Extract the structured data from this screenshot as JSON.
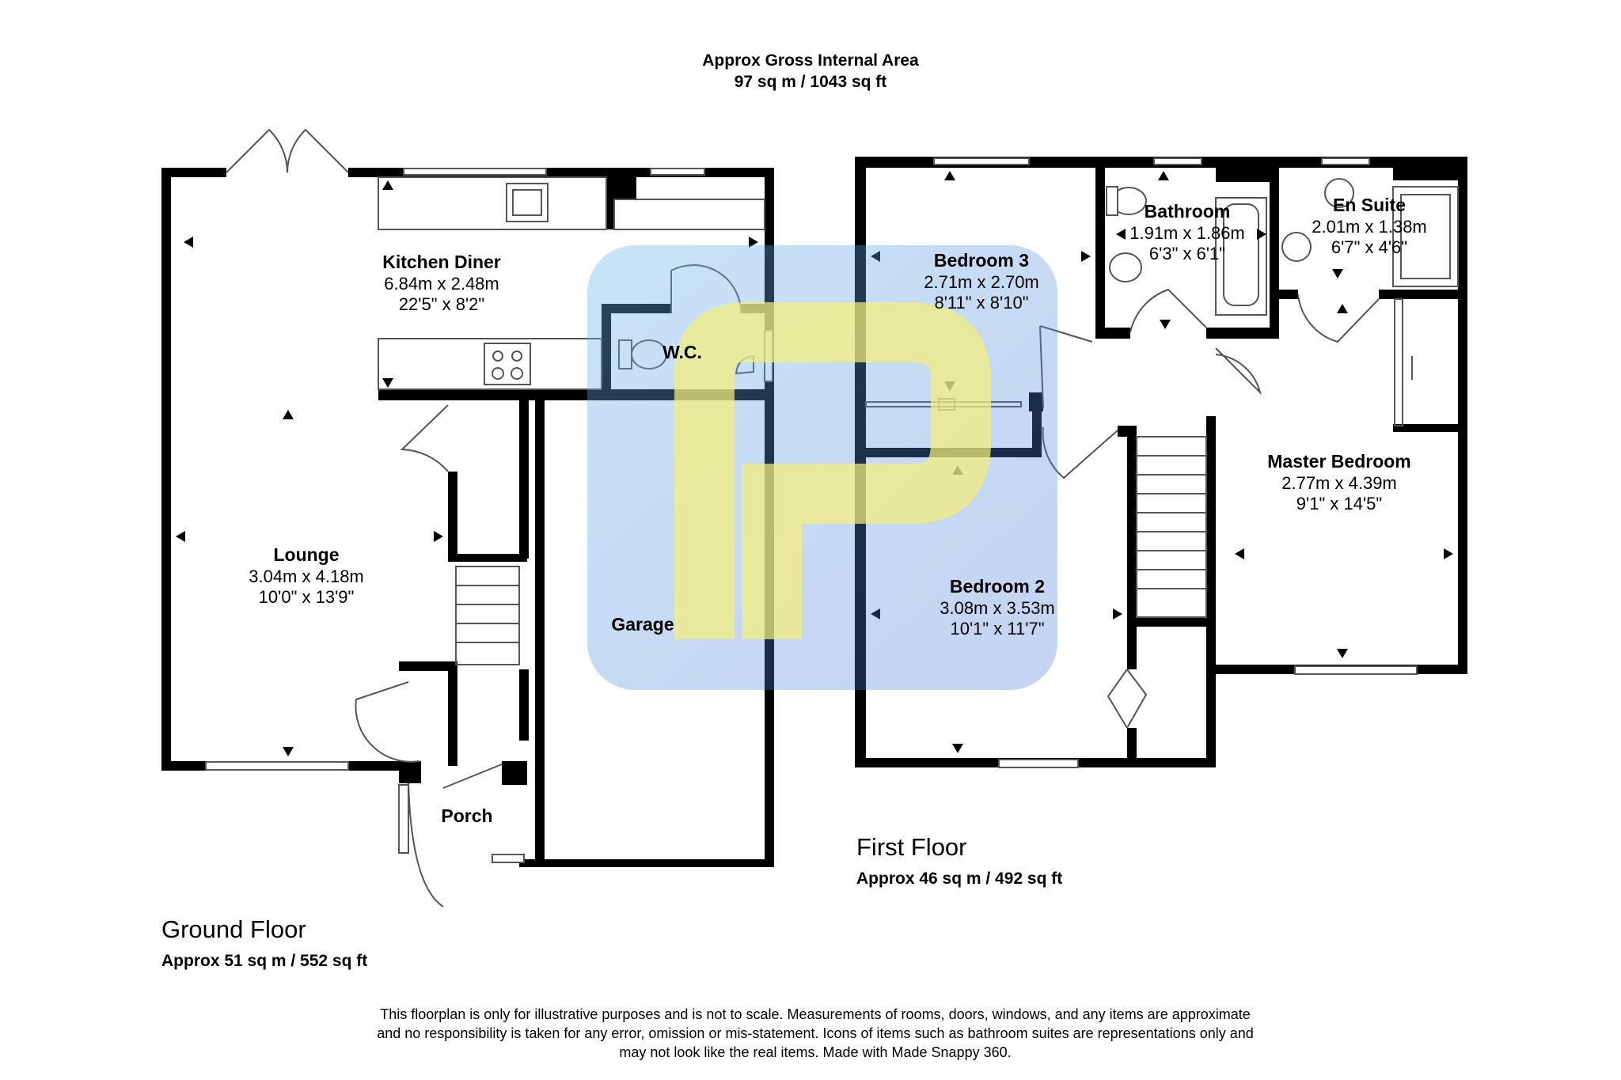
{
  "header": {
    "line1": "Approx Gross Internal Area",
    "line2": "97 sq m / 1043 sq ft"
  },
  "floors": {
    "ground": {
      "name": "Ground Floor",
      "area": "Approx 51 sq m / 552 sq ft"
    },
    "first": {
      "name": "First Floor",
      "area": "Approx 46 sq m / 492 sq ft"
    }
  },
  "rooms": {
    "kitchen": {
      "name": "Kitchen Diner",
      "metric": "6.84m x 2.48m",
      "imperial": "22'5\" x 8'2\""
    },
    "wc": {
      "name": "W.C."
    },
    "lounge": {
      "name": "Lounge",
      "metric": "3.04m x 4.18m",
      "imperial": "10'0\" x 13'9\""
    },
    "garage": {
      "name": "Garage"
    },
    "porch": {
      "name": "Porch"
    },
    "bedroom3": {
      "name": "Bedroom 3",
      "metric": "2.71m x 2.70m",
      "imperial": "8'11\" x 8'10\""
    },
    "bathroom": {
      "name": "Bathroom",
      "metric": "1.91m x 1.86m",
      "imperial": "6'3\" x 6'1\""
    },
    "ensuite": {
      "name": "En Suite",
      "metric": "2.01m x 1.38m",
      "imperial": "6'7\" x 4'6\""
    },
    "master": {
      "name": "Master Bedroom",
      "metric": "2.77m x 4.39m",
      "imperial": "9'1\" x 14'5\""
    },
    "bedroom2": {
      "name": "Bedroom 2",
      "metric": "3.08m x 3.53m",
      "imperial": "10'1\" x 11'7\""
    }
  },
  "disclaimer": {
    "line1": "This floorplan is only for illustrative purposes and is not to scale. Measurements of rooms, doors, windows, and any items are approximate",
    "line2": "and no responsibility is taken for any error, omission or mis-statement. Icons of items such as bathroom suites are representations only and",
    "line3": "may not look like the real items. Made with Made Snappy 360."
  },
  "colors": {
    "wall": "#000000",
    "watermark_blue": "#4a9fe0",
    "watermark_yellow": "#f5ee7a"
  }
}
